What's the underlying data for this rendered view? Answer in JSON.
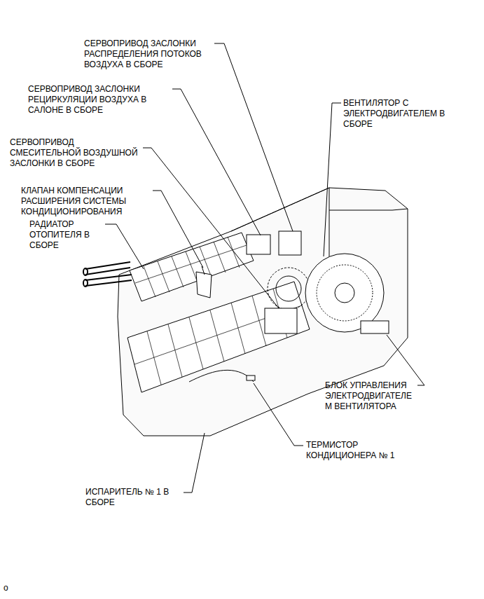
{
  "diagram": {
    "labels": [
      "СЕРВОПРИВОД ЗАСЛОНКИ РАСПРЕДЕЛЕНИЯ ПОТОКОВ ВОЗДУХА В СБОРЕ",
      "СЕРВОПРИВОД ЗАСЛОНКИ РЕЦИРКУЛЯЦИИ ВОЗДУХА В САЛОНЕ В СБОРЕ",
      "СЕРВОПРИВОД СМЕСИТЕЛЬНОЙ ВОЗДУШНОЙ ЗАСЛОНКИ В СБОРЕ",
      "КЛАПАН КОМПЕНСАЦИИ РАСШИРЕНИЯ СИСТЕМЫ КОНДИЦИОНИРОВАНИЯ",
      "РАДИАТОР ОТОПИТЕЛЯ В СБОРЕ",
      "ВЕНТИЛЯТОР С ЭЛЕКТРОДВИГАТЕЛЕМ В СБОРЕ",
      "БЛОК УПРАВЛЕНИЯ ЭЛЕКТРОДВИГАТЕЛЕМ ВЕНТИЛЯТОРА",
      "ТЕРМИСТОР КОНДИЦИОНЕРА № 1",
      "ИСПАРИТЕЛЬ № 1 В СБОРЕ",
      "o"
    ]
  }
}
